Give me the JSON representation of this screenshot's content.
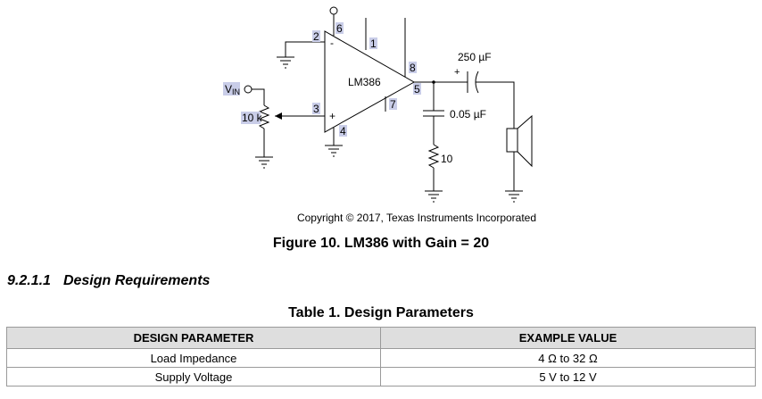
{
  "figure": {
    "labels": {
      "ic": "LM386",
      "vin_main": "V",
      "vin_sub": "IN",
      "pot": "10 k",
      "cap_out": "250 µF",
      "cap_plus": "+",
      "cap_snub": "0.05 µF",
      "res": "10",
      "in_minus": "-",
      "in_plus": "+",
      "pin1": "1",
      "pin2": "2",
      "pin3": "3",
      "pin4": "4",
      "pin5": "5",
      "pin6": "6",
      "pin7": "7",
      "pin8": "8"
    },
    "copyright": "Copyright © 2017, Texas Instruments Incorporated",
    "title": "Figure 10.  LM386 with Gain = 20"
  },
  "section": {
    "number": "9.2.1.1",
    "title": "Design Requirements"
  },
  "table": {
    "title": "Table 1. Design Parameters",
    "headers": [
      "DESIGN PARAMETER",
      "EXAMPLE VALUE"
    ],
    "rows": [
      [
        "Load Impedance",
        "4 Ω to 32 Ω"
      ],
      [
        "Supply Voltage",
        "5 V to 12 V"
      ]
    ]
  }
}
